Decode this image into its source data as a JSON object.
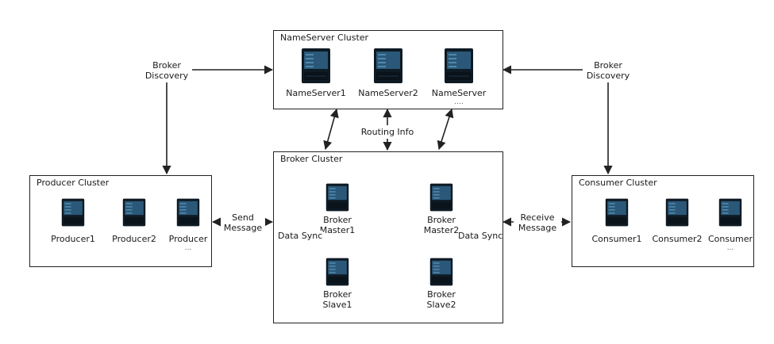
{
  "nameserver_cluster": {
    "title": "NameServer Cluster",
    "servers": [
      {
        "label": "NameServer1",
        "extra": ""
      },
      {
        "label": "NameServer2",
        "extra": ""
      },
      {
        "label": "NameServer",
        "extra": "...."
      }
    ]
  },
  "broker_cluster": {
    "title": "Broker Cluster",
    "master1": {
      "line1": "Broker",
      "line2": "Master1"
    },
    "master2": {
      "line1": "Broker",
      "line2": "Master2"
    },
    "slave1": {
      "line1": "Broker",
      "line2": "Slave1"
    },
    "slave2": {
      "line1": "Broker",
      "line2": "Slave2"
    },
    "data_sync_left": "Data Sync",
    "data_sync_right": "Data Sync"
  },
  "producer_cluster": {
    "title": "Producer Cluster",
    "servers": [
      {
        "label": "Producer1",
        "extra": ""
      },
      {
        "label": "Producer2",
        "extra": ""
      },
      {
        "label": "Producer",
        "extra": "..."
      }
    ]
  },
  "consumer_cluster": {
    "title": "Consumer Cluster",
    "servers": [
      {
        "label": "Consumer1",
        "extra": ""
      },
      {
        "label": "Consumer2",
        "extra": ""
      },
      {
        "label": "Consumer",
        "extra": "..."
      }
    ]
  },
  "edges": {
    "broker_discovery_left": {
      "line1": "Broker",
      "line2": "Discovery"
    },
    "broker_discovery_right": {
      "line1": "Broker",
      "line2": "Discovery"
    },
    "routing_info": "Routing Info",
    "send_message": {
      "line1": "Send",
      "line2": "Message"
    },
    "receive_message": {
      "line1": "Receive",
      "line2": "Message"
    }
  },
  "icons": {
    "server": "server-rack-icon"
  },
  "colors": {
    "server_body": "#0e1a24",
    "server_panel": "#2b5878",
    "line": "#222222"
  }
}
